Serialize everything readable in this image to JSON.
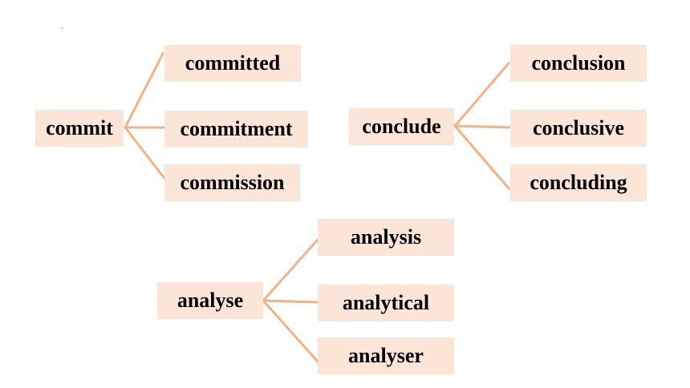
{
  "colors": {
    "box_fill": "#fbe5d6",
    "connector": "#f4b183"
  },
  "trees": [
    {
      "root": "commit",
      "branches": [
        "committed",
        "commitment",
        "commission"
      ]
    },
    {
      "root": "conclude",
      "branches": [
        "conclusion",
        "conclusive",
        "concluding"
      ]
    },
    {
      "root": "analyse",
      "branches": [
        "analysis",
        "analytical",
        "analyser"
      ]
    }
  ]
}
